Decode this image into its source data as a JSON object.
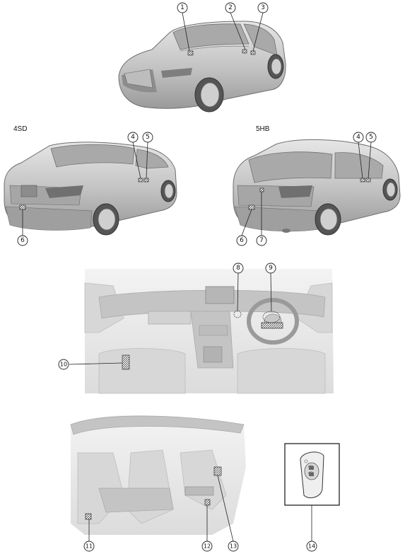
{
  "labels": {
    "sedan": "4SD",
    "hatchback": "5HB"
  },
  "callouts": [
    {
      "id": 1,
      "text": "①"
    },
    {
      "id": 2,
      "text": "②"
    },
    {
      "id": 3,
      "text": "③"
    },
    {
      "id": 4,
      "text": "④"
    },
    {
      "id": 5,
      "text": "⑤"
    },
    {
      "id": 6,
      "text": "⑥"
    },
    {
      "id": 7,
      "text": "⑦"
    },
    {
      "id": 8,
      "text": "⑧"
    },
    {
      "id": 9,
      "text": "⑨"
    },
    {
      "id": 10,
      "text": "⑩"
    },
    {
      "id": 11,
      "text": "⑪"
    },
    {
      "id": 12,
      "text": "⑫"
    },
    {
      "id": 13,
      "text": "⑬"
    },
    {
      "id": 14,
      "text": "⑭"
    }
  ]
}
